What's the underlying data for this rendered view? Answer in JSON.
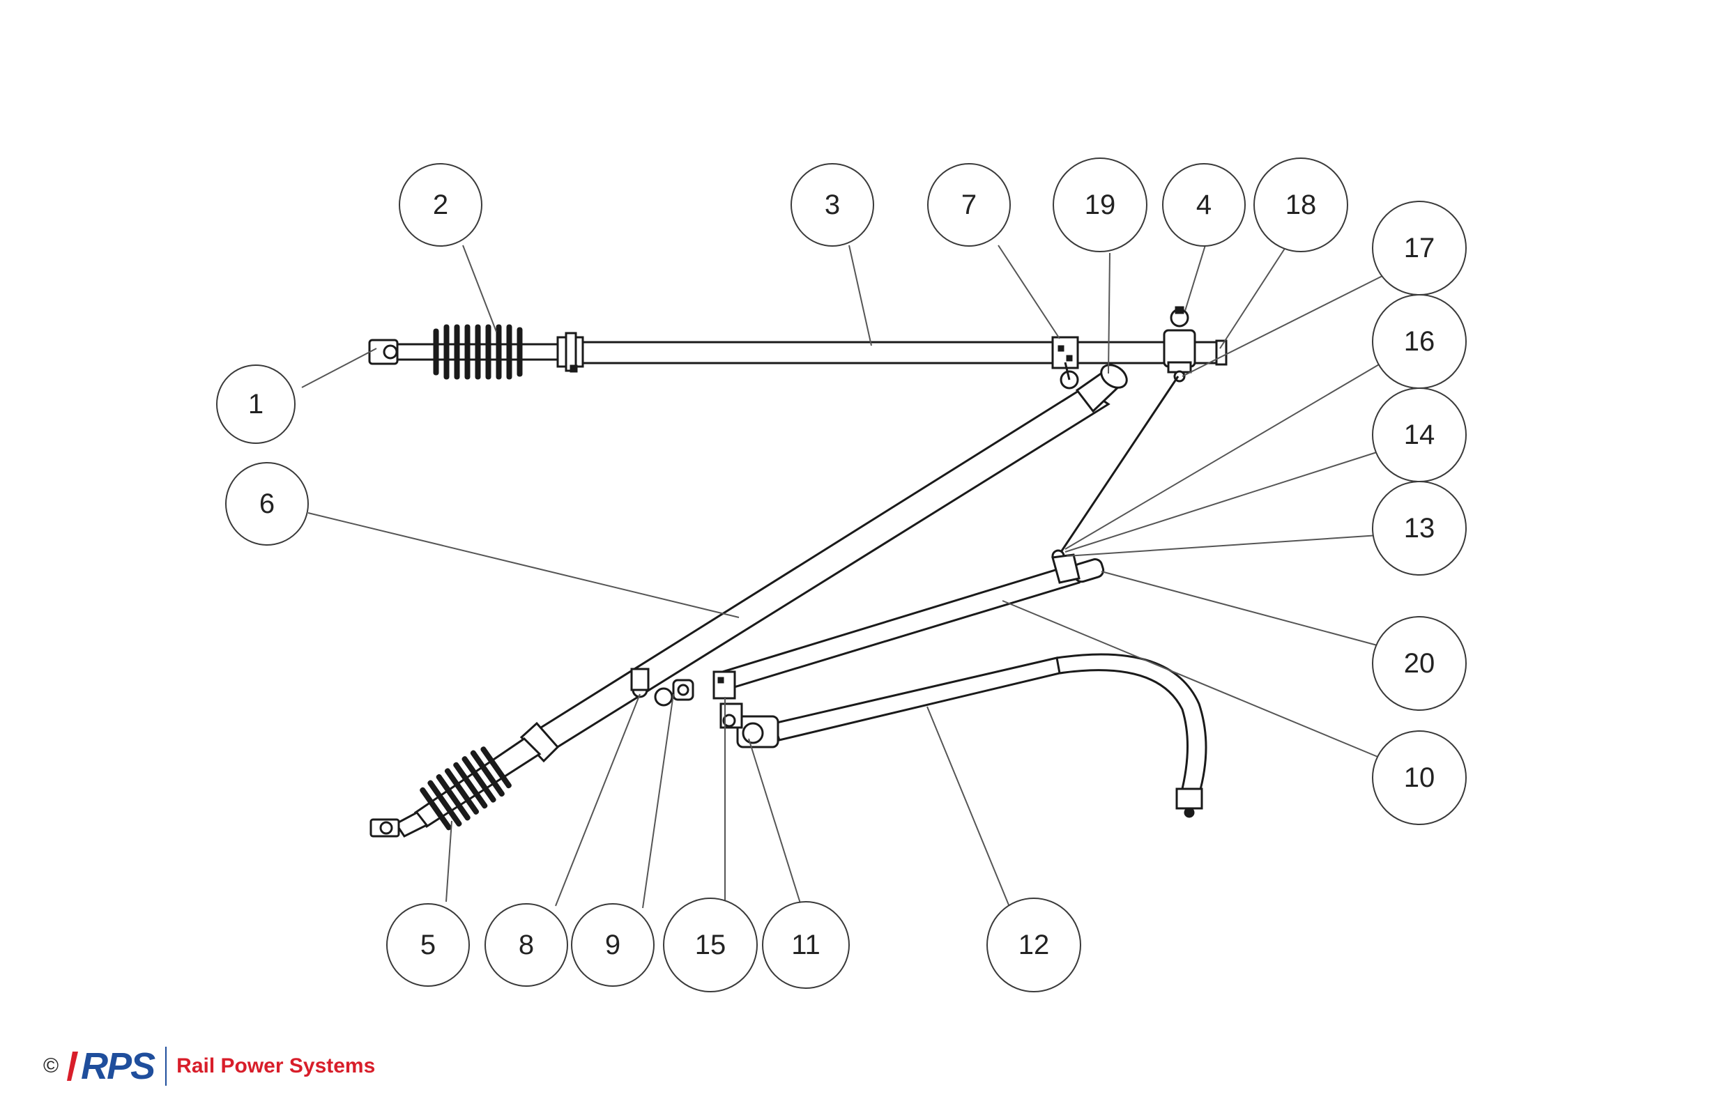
{
  "callouts": [
    {
      "label": "1"
    },
    {
      "label": "2"
    },
    {
      "label": "3"
    },
    {
      "label": "7"
    },
    {
      "label": "19"
    },
    {
      "label": "4"
    },
    {
      "label": "18"
    },
    {
      "label": "17"
    },
    {
      "label": "16"
    },
    {
      "label": "14"
    },
    {
      "label": "13"
    },
    {
      "label": "20"
    },
    {
      "label": "10"
    },
    {
      "label": "6"
    },
    {
      "label": "5"
    },
    {
      "label": "8"
    },
    {
      "label": "9"
    },
    {
      "label": "15"
    },
    {
      "label": "11"
    },
    {
      "label": "12"
    }
  ],
  "logo": {
    "copyright": "©",
    "mark": "RPS",
    "name": "Rail Power Systems",
    "colors": {
      "mark": "#1f4e9c",
      "name": "#d81e2a"
    }
  }
}
